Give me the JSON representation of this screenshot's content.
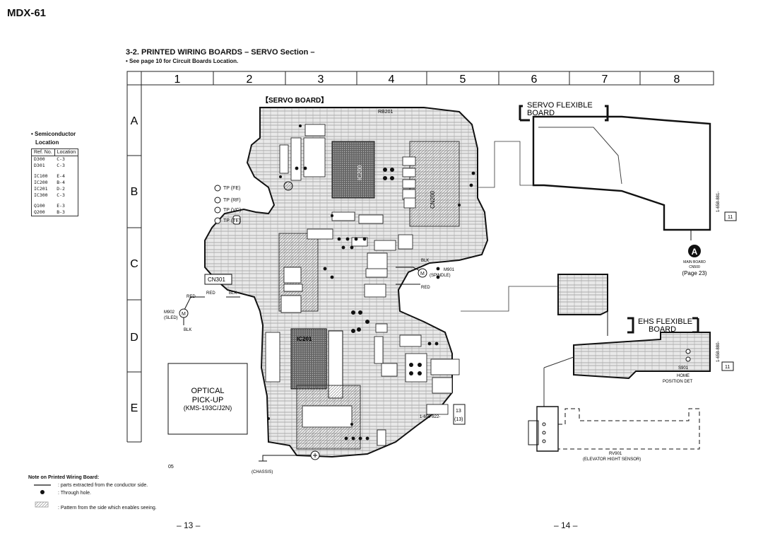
{
  "header": {
    "model": "MDX-61",
    "section_title": "3-2.  PRINTED WIRING BOARDS  – SERVO  Section –",
    "subnote": "• See page 10 for Circuit Boards Location."
  },
  "grid": {
    "columns": [
      "1",
      "2",
      "3",
      "4",
      "5",
      "6",
      "7",
      "8"
    ],
    "rows": [
      "A",
      "B",
      "C",
      "D",
      "E"
    ]
  },
  "semiconductor": {
    "title_line1": "• Semiconductor",
    "title_line2": "Location",
    "headers": [
      "Ref. No.",
      "Location"
    ],
    "groups": [
      [
        [
          "D300",
          "C-3"
        ],
        [
          "D301",
          "C-3"
        ]
      ],
      [
        [
          "IC100",
          "E-4"
        ],
        [
          "IC200",
          "B-4"
        ],
        [
          "IC201",
          "D-2"
        ],
        [
          "IC300",
          "C-3"
        ]
      ],
      [
        [
          "Q100",
          "E-3"
        ],
        [
          "Q200",
          "B-3"
        ]
      ]
    ]
  },
  "labels": {
    "servo_board": "【SERVO  BOARD】",
    "servo_flexible_1": "SERVO  FLEXIBLE",
    "servo_flexible_2": "BOARD",
    "ehs_flexible_1": "EHS  FLEXIBLE",
    "ehs_flexible_2": "BOARD",
    "connector_marker": "A",
    "main_board": "MAIN BOARD",
    "cn500": "CN500",
    "page_ref": "(Page 23)",
    "optical_1": "OPTICAL",
    "optical_2": "PICK-UP",
    "optical_3": "(KMS-193C/J2N)",
    "tp_fe": "TP (FE)",
    "tp_rf": "TP (RF)",
    "tp_vc": "TP (VC)",
    "tp_te": "TP (TE)",
    "m902": "M902",
    "sled": "(SLED)",
    "m901": "M901",
    "spindle": "(SPINDLE)",
    "red": "RED",
    "blk": "BLK",
    "cn301": "CN301",
    "chassis": "(CHASSIS)",
    "home": "HOME",
    "position_det": "POSITION DET",
    "s901": "S901",
    "rv901": "RV901",
    "elevator": "(ELEVATOR  HIGHT  SENSOR)",
    "board_no_servo": "1-658-822-",
    "board_no_flex": "1-658-881-",
    "board_no_ehs": "1-658-880-",
    "ref_11": "11",
    "ref_13": "13",
    "ref_113": "(13)",
    "code_05": "05",
    "ic200": "IC200",
    "ic201": "IC201",
    "cn200": "CN200",
    "rb201": "RB201"
  },
  "notes": {
    "title": "Note on Printed Wiring Board:",
    "line1": ": parts extracted from the conductor side.",
    "line2": ": Through hole.",
    "line3": ": Pattern from the side which enables seeing."
  },
  "pages": {
    "left": "– 13 –",
    "right": "– 14 –"
  }
}
